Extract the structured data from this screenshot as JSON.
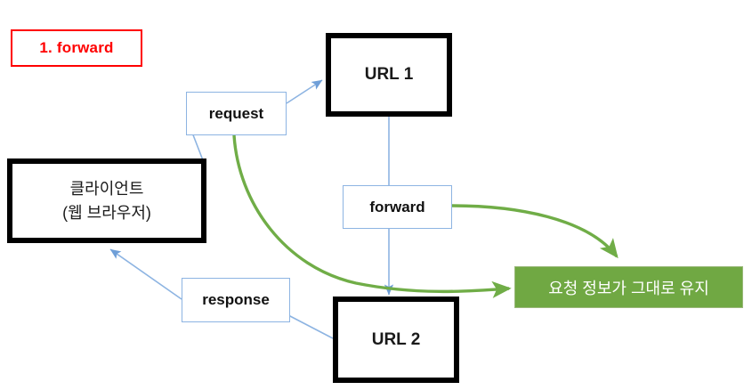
{
  "diagram": {
    "title_box": {
      "label": "1. forward",
      "color": "#ff0000"
    },
    "nodes": [
      {
        "id": "client",
        "label_line1": "클라이언트",
        "label_line2": "(웹 브라우저)",
        "style": "strong-black"
      },
      {
        "id": "url1",
        "label": "URL 1",
        "style": "strong-black"
      },
      {
        "id": "url2",
        "label": "URL 2",
        "style": "strong-black"
      },
      {
        "id": "request",
        "label": "request",
        "style": "blue-outline"
      },
      {
        "id": "forward",
        "label": "forward",
        "style": "blue-outline"
      },
      {
        "id": "response",
        "label": "response",
        "style": "blue-outline"
      },
      {
        "id": "keep-info",
        "label": "요청 정보가 그대로 유지",
        "style": "green-filled"
      }
    ],
    "edges": [
      {
        "id": "client-to-url1",
        "from": "client",
        "to": "url1",
        "label": "request",
        "color": "#8db4e2"
      },
      {
        "id": "url1-to-url2",
        "from": "url1",
        "to": "url2",
        "label": "forward",
        "color": "#8db4e2"
      },
      {
        "id": "url2-to-client",
        "from": "url2",
        "to": "client",
        "label": "response",
        "color": "#8db4e2"
      },
      {
        "id": "request-to-keep",
        "from": "request",
        "to": "keep-info",
        "label": "",
        "color": "#70ad47"
      },
      {
        "id": "forward-to-keep",
        "from": "forward",
        "to": "keep-info",
        "label": "",
        "color": "#70ad47"
      }
    ],
    "colors": {
      "accent_red": "#ff0000",
      "accent_green": "#70a843",
      "arrow_blue": "#8db4e2",
      "arrow_green": "#70ad47",
      "node_black": "#000000"
    }
  }
}
